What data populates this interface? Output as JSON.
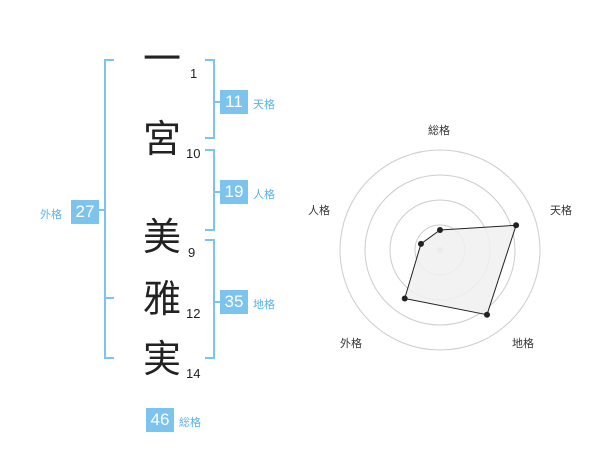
{
  "name": {
    "chars": [
      "一",
      "宮",
      "美",
      "雅",
      "実"
    ],
    "strokes": [
      "1",
      "10",
      "9",
      "12",
      "14"
    ]
  },
  "grids": {
    "tenkaku": {
      "value": "11",
      "label": "天格"
    },
    "jinkaku": {
      "value": "19",
      "label": "人格"
    },
    "chikaku": {
      "value": "35",
      "label": "地格"
    },
    "gaikaku": {
      "value": "27",
      "label": "外格"
    },
    "soukaku": {
      "value": "46",
      "label": "総格"
    }
  },
  "chart_data": {
    "type": "radar",
    "axes": [
      "総格",
      "天格",
      "地格",
      "外格",
      "人格"
    ],
    "values": [
      1,
      4,
      4,
      3,
      1
    ],
    "max": 5,
    "rings": 4,
    "colors": {
      "line": "#222222",
      "fill": "#f0f0f0",
      "ring": "#cccccc",
      "accent": "#7cc3ee"
    }
  }
}
